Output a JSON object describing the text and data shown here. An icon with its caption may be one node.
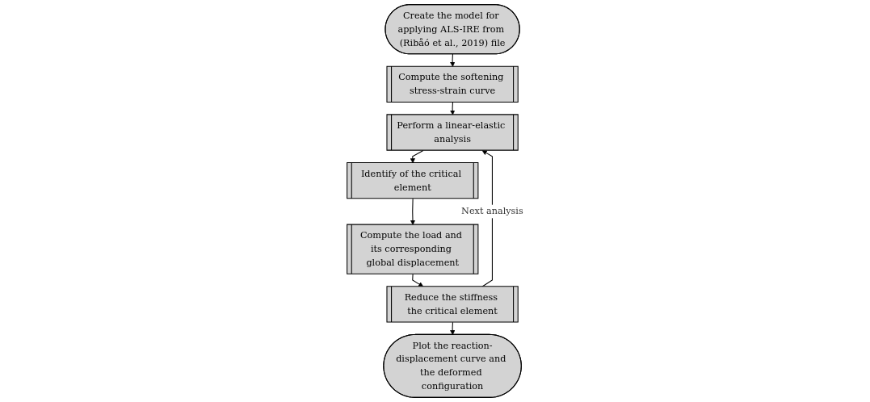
{
  "diagram": {
    "nodes": [
      {
        "text": [
          "Create the model for applying ALS-IRE from (Ribåó et al., 2019) file"
        ]
      },
      {
        "text": [
          "Compute the softening stress-strain curve"
        ]
      },
      {
        "text": [
          "Perform a linear-elastic analysis"
        ]
      },
      {
        "text": [
          "Identify of the critical element"
        ]
      },
      {
        "text": [
          "Compute the load and its corresponding global displacement"
        ]
      },
      {
        "text": [
          "Reduce the stiffness the critical element"
        ]
      },
      {
        "text": [
          "Plot the reaction-displacement curve and the deformed configuration"
        ]
      }
    ],
    "edges": [
      {
        "from": 0,
        "to": 1,
        "arrow": "to"
      },
      {
        "from": 1,
        "to": 2,
        "arrow": "to"
      },
      {
        "from": 2,
        "to": 3,
        "arrow": "to"
      },
      {
        "from": 3,
        "to": 4,
        "arrow": "to"
      },
      {
        "from": 4,
        "to": 5,
        "arrow": "to"
      },
      {
        "from": 5,
        "to": 6,
        "arrow": "to"
      },
      {
        "from": 5,
        "to": 2,
        "arrow": "to",
        "label": "Next analysis"
      }
    ]
  }
}
